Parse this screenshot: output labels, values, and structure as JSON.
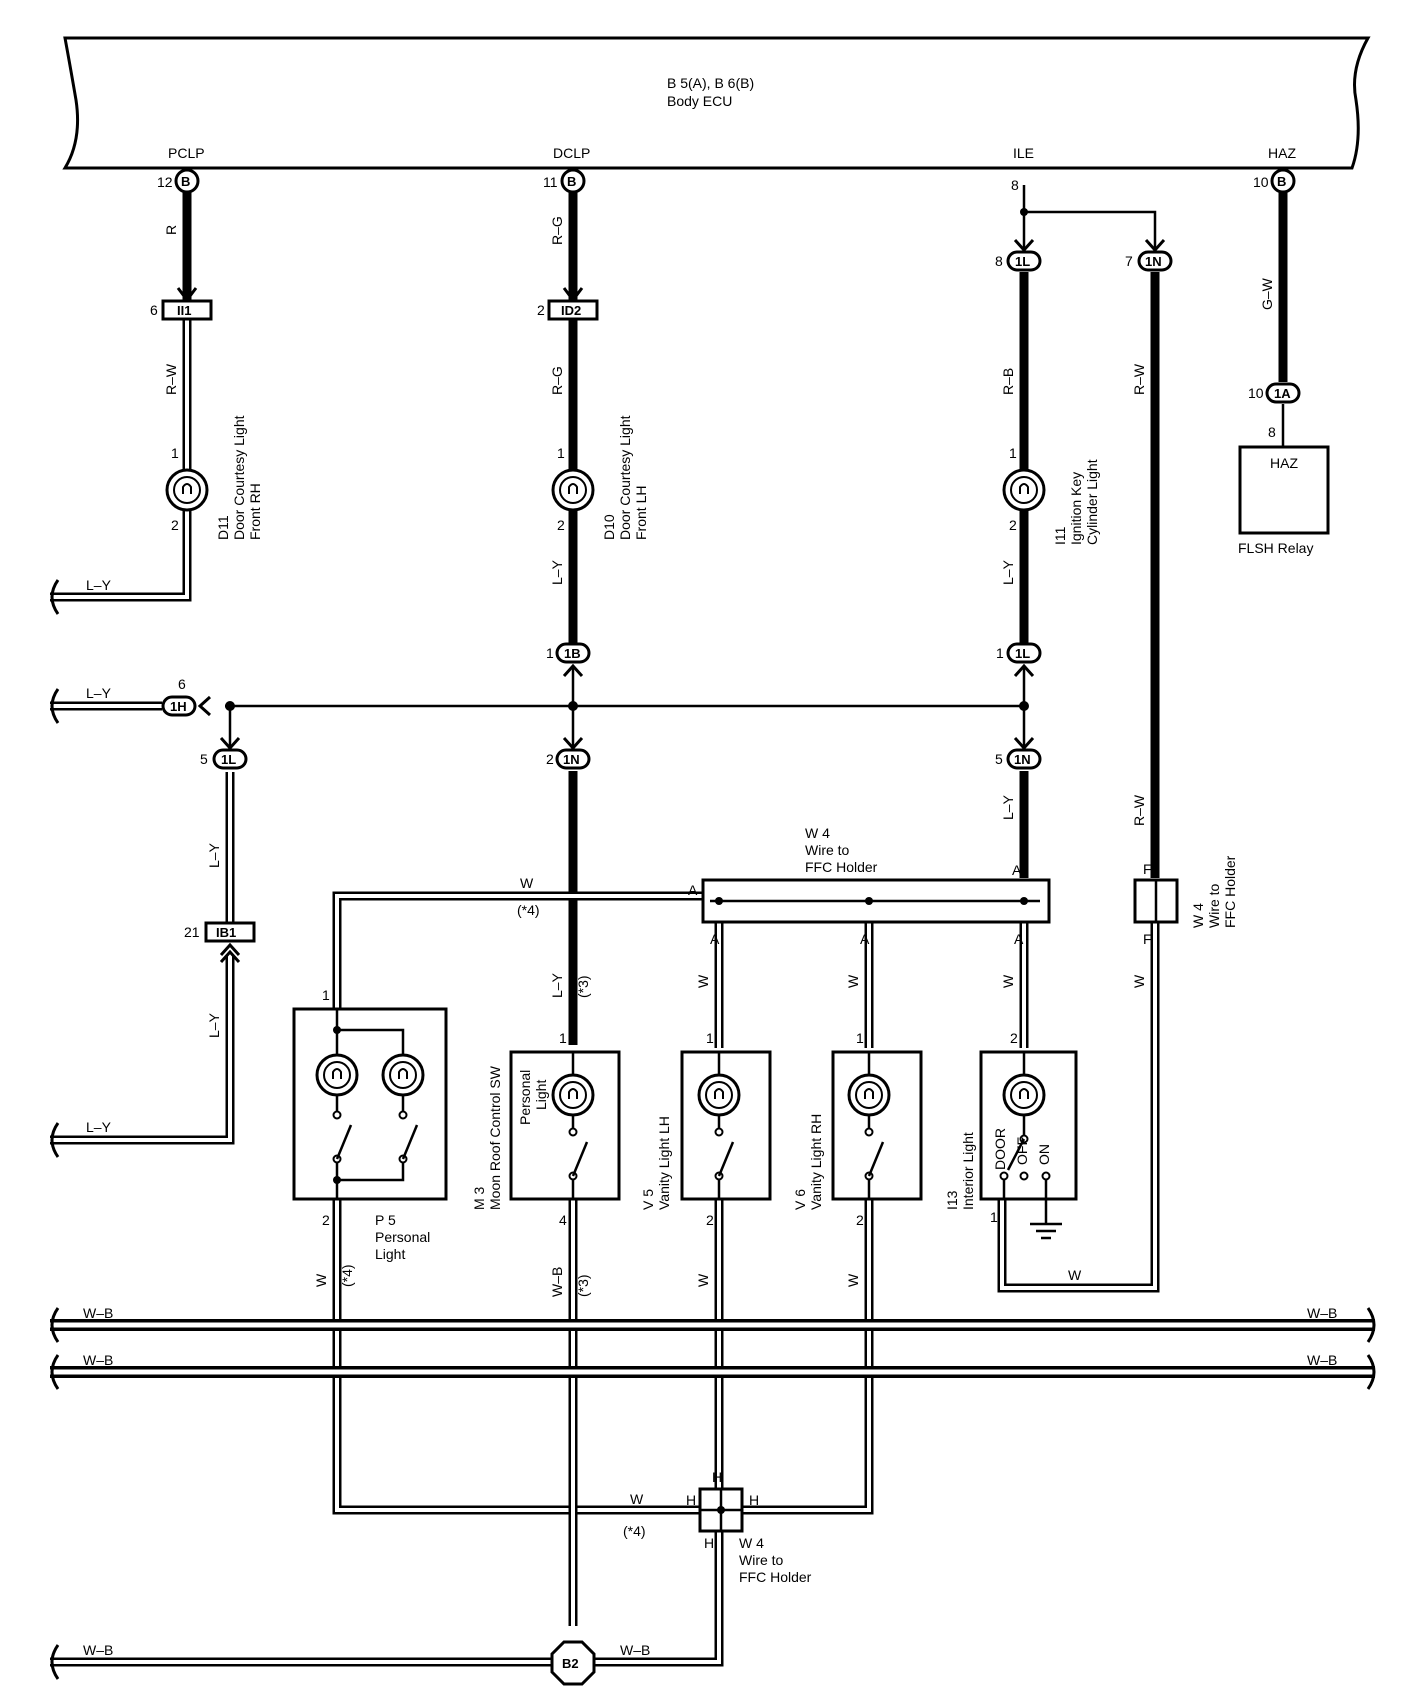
{
  "ecu": {
    "title": "B 5(A), B 6(B)",
    "name": "Body ECU"
  },
  "terminals": {
    "pclp": "PCLP",
    "dclp": "DCLP",
    "ile": "ILE",
    "haz": "HAZ"
  },
  "pins": {
    "p12": "12",
    "p11": "11",
    "p8": "8",
    "p10": "10",
    "p6": "6",
    "p2": "2",
    "p1": "1",
    "p7": "7",
    "p5": "5",
    "p21": "21",
    "p4": "4"
  },
  "connectors": {
    "b": "B",
    "c1l": "1L",
    "c1n": "1N",
    "c1a": "1A",
    "c1b": "1B",
    "c1h": "1H",
    "ii1": "II1",
    "id2": "ID2",
    "ib1": "IB1",
    "b2": "B2"
  },
  "wires": {
    "r": "R",
    "rw": "R–W",
    "rg": "R–G",
    "rb": "R–B",
    "gw": "G–W",
    "ly": "L–Y",
    "w": "W",
    "wb": "W–B",
    "star3": "(*3)",
    "star4": "(*4)"
  },
  "ffc_pins": {
    "a": "A",
    "f": "F",
    "h": "H"
  },
  "components": {
    "d11": [
      "D11",
      "Door Courtesy Light",
      "Front RH"
    ],
    "d10": [
      "D10",
      "Door Courtesy Light",
      "Front LH"
    ],
    "i11": [
      "I11",
      "Ignition Key",
      "Cylinder Light"
    ],
    "flsh": "FLSH Relay",
    "w4": [
      "W 4",
      "Wire to",
      "FFC Holder"
    ],
    "p5": [
      "P 5",
      "Personal",
      "Light"
    ],
    "m3": [
      "M 3",
      "Moon Roof Control SW"
    ],
    "m3_inner": [
      "Personal",
      "Light"
    ],
    "v5": [
      "V 5",
      "Vanity Light LH"
    ],
    "v6": [
      "V 6",
      "Vanity Light RH"
    ],
    "i13": [
      "I13",
      "Interior Light"
    ],
    "i13_sw": [
      "DOOR",
      "OFF",
      "ON"
    ]
  }
}
